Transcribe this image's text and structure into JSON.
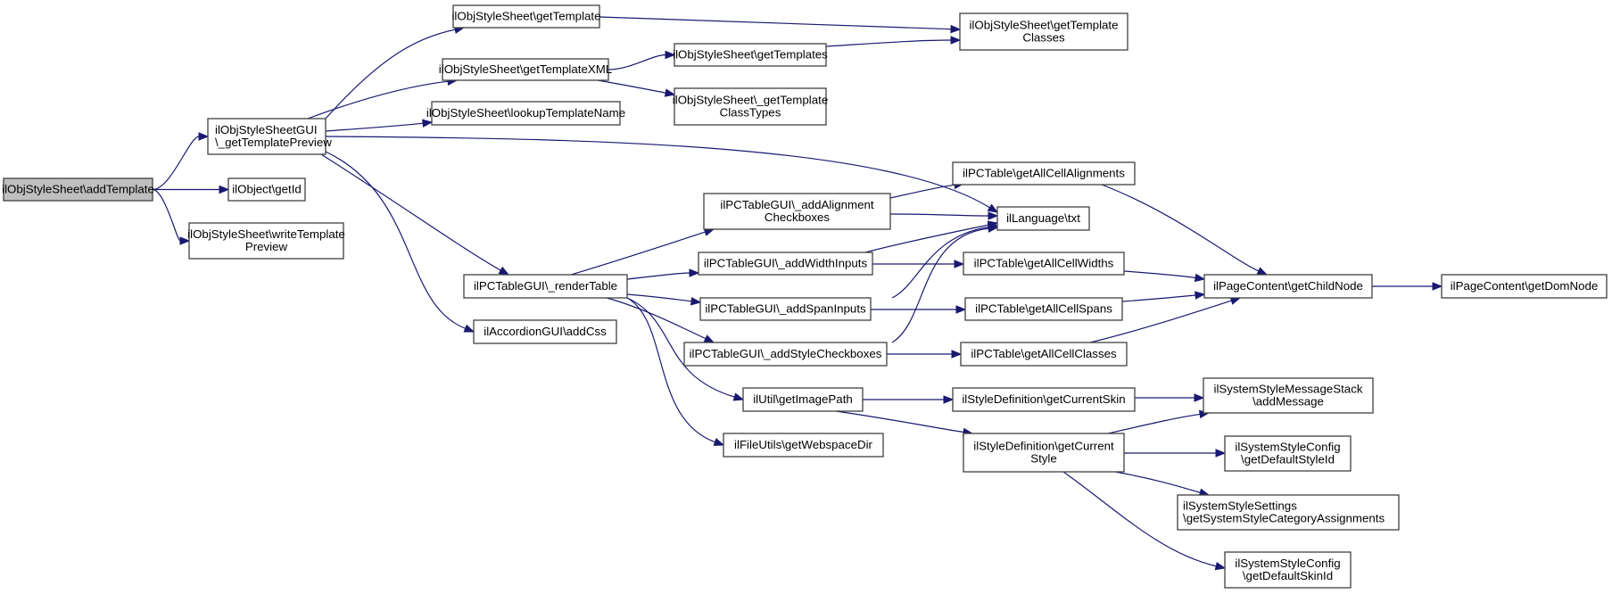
{
  "title": "Call graph for ilObjStyleSheet\\addTemplate",
  "colors": {
    "edge": "#191970",
    "root_fill": "#bfbfbf",
    "node_fill": "#ffffff",
    "node_border": "#404040"
  },
  "nodes": [
    {
      "id": "addTemplate",
      "lines": [
        "ilObjStyleSheet\\addTemplate"
      ],
      "root": true
    },
    {
      "id": "getTemplatePreview",
      "lines": [
        "ilObjStyleSheetGUI",
        "\\_getTemplatePreview"
      ]
    },
    {
      "id": "getId",
      "lines": [
        "ilObject\\getId"
      ]
    },
    {
      "id": "writeTemplatePreview",
      "lines": [
        "ilObjStyleSheet\\writeTemplate",
        "Preview"
      ]
    },
    {
      "id": "getTemplate",
      "lines": [
        "ilObjStyleSheet\\getTemplate"
      ]
    },
    {
      "id": "getTemplateXML",
      "lines": [
        "ilObjStyleSheet\\getTemplateXML"
      ]
    },
    {
      "id": "lookupTemplateName",
      "lines": [
        "ilObjStyleSheet\\lookupTemplateName"
      ]
    },
    {
      "id": "renderTable",
      "lines": [
        "ilPCTableGUI\\_renderTable"
      ]
    },
    {
      "id": "addCss",
      "lines": [
        "ilAccordionGUI\\addCss"
      ]
    },
    {
      "id": "getTemplateClasses",
      "lines": [
        "ilObjStyleSheet\\getTemplate",
        "Classes"
      ]
    },
    {
      "id": "getTemplates",
      "lines": [
        "ilObjStyleSheet\\getTemplates"
      ]
    },
    {
      "id": "getTemplateClassTypes",
      "lines": [
        "ilObjStyleSheet\\_getTemplate",
        "ClassTypes"
      ]
    },
    {
      "id": "addAlignmentCheckboxes",
      "lines": [
        "ilPCTableGUI\\_addAlignment",
        "Checkboxes"
      ]
    },
    {
      "id": "addWidthInputs",
      "lines": [
        "ilPCTableGUI\\_addWidthInputs"
      ]
    },
    {
      "id": "addSpanInputs",
      "lines": [
        "ilPCTableGUI\\_addSpanInputs"
      ]
    },
    {
      "id": "addStyleCheckboxes",
      "lines": [
        "ilPCTableGUI\\_addStyleCheckboxes"
      ]
    },
    {
      "id": "getImagePath",
      "lines": [
        "ilUtil\\getImagePath"
      ]
    },
    {
      "id": "getWebspaceDir",
      "lines": [
        "ilFileUtils\\getWebspaceDir"
      ]
    },
    {
      "id": "txt",
      "lines": [
        "ilLanguage\\txt"
      ]
    },
    {
      "id": "getAllCellAlignments",
      "lines": [
        "ilPCTable\\getAllCellAlignments"
      ]
    },
    {
      "id": "getAllCellWidths",
      "lines": [
        "ilPCTable\\getAllCellWidths"
      ]
    },
    {
      "id": "getAllCellSpans",
      "lines": [
        "ilPCTable\\getAllCellSpans"
      ]
    },
    {
      "id": "getAllCellClasses",
      "lines": [
        "ilPCTable\\getAllCellClasses"
      ]
    },
    {
      "id": "getCurrentSkin",
      "lines": [
        "ilStyleDefinition\\getCurrentSkin"
      ]
    },
    {
      "id": "getCurrentStyle",
      "lines": [
        "ilStyleDefinition\\getCurrent",
        "Style"
      ]
    },
    {
      "id": "getChildNode",
      "lines": [
        "ilPageContent\\getChildNode"
      ]
    },
    {
      "id": "getDomNode",
      "lines": [
        "ilPageContent\\getDomNode"
      ]
    },
    {
      "id": "addMessage",
      "lines": [
        "ilSystemStyleMessageStack",
        "\\addMessage"
      ]
    },
    {
      "id": "getDefaultStyleId",
      "lines": [
        "ilSystemStyleConfig",
        "\\getDefaultStyleId"
      ]
    },
    {
      "id": "getSystemStyleCategoryAssignments",
      "lines": [
        "ilSystemStyleSettings",
        "\\getSystemStyleCategoryAssignments"
      ],
      "align": "left"
    },
    {
      "id": "getDefaultSkinId",
      "lines": [
        "ilSystemStyleConfig",
        "\\getDefaultSkinId"
      ]
    }
  ],
  "edges": [
    [
      "addTemplate",
      "getTemplatePreview"
    ],
    [
      "addTemplate",
      "getId"
    ],
    [
      "addTemplate",
      "writeTemplatePreview"
    ],
    [
      "getTemplatePreview",
      "getTemplate"
    ],
    [
      "getTemplatePreview",
      "getTemplateXML"
    ],
    [
      "getTemplatePreview",
      "lookupTemplateName"
    ],
    [
      "getTemplatePreview",
      "txt"
    ],
    [
      "getTemplatePreview",
      "renderTable"
    ],
    [
      "getTemplatePreview",
      "addCss"
    ],
    [
      "getTemplate",
      "getTemplateClasses"
    ],
    [
      "getTemplateXML",
      "getTemplates"
    ],
    [
      "getTemplateXML",
      "getTemplateClassTypes"
    ],
    [
      "getTemplates",
      "getTemplateClasses"
    ],
    [
      "renderTable",
      "addAlignmentCheckboxes"
    ],
    [
      "renderTable",
      "addWidthInputs"
    ],
    [
      "renderTable",
      "addSpanInputs"
    ],
    [
      "renderTable",
      "addStyleCheckboxes"
    ],
    [
      "renderTable",
      "getImagePath"
    ],
    [
      "renderTable",
      "getWebspaceDir"
    ],
    [
      "addAlignmentCheckboxes",
      "getAllCellAlignments"
    ],
    [
      "addAlignmentCheckboxes",
      "txt"
    ],
    [
      "addWidthInputs",
      "txt"
    ],
    [
      "addWidthInputs",
      "getAllCellWidths"
    ],
    [
      "addSpanInputs",
      "txt"
    ],
    [
      "addSpanInputs",
      "getAllCellSpans"
    ],
    [
      "addStyleCheckboxes",
      "txt"
    ],
    [
      "addStyleCheckboxes",
      "getAllCellClasses"
    ],
    [
      "getAllCellAlignments",
      "getChildNode"
    ],
    [
      "getAllCellWidths",
      "getChildNode"
    ],
    [
      "getAllCellSpans",
      "getChildNode"
    ],
    [
      "getAllCellClasses",
      "getChildNode"
    ],
    [
      "getChildNode",
      "getDomNode"
    ],
    [
      "getImagePath",
      "getCurrentSkin"
    ],
    [
      "getImagePath",
      "getCurrentStyle"
    ],
    [
      "getCurrentSkin",
      "addMessage"
    ],
    [
      "getCurrentStyle",
      "addMessage"
    ],
    [
      "getCurrentStyle",
      "getDefaultStyleId"
    ],
    [
      "getCurrentStyle",
      "getSystemStyleCategoryAssignments"
    ],
    [
      "getCurrentStyle",
      "getDefaultSkinId"
    ]
  ]
}
